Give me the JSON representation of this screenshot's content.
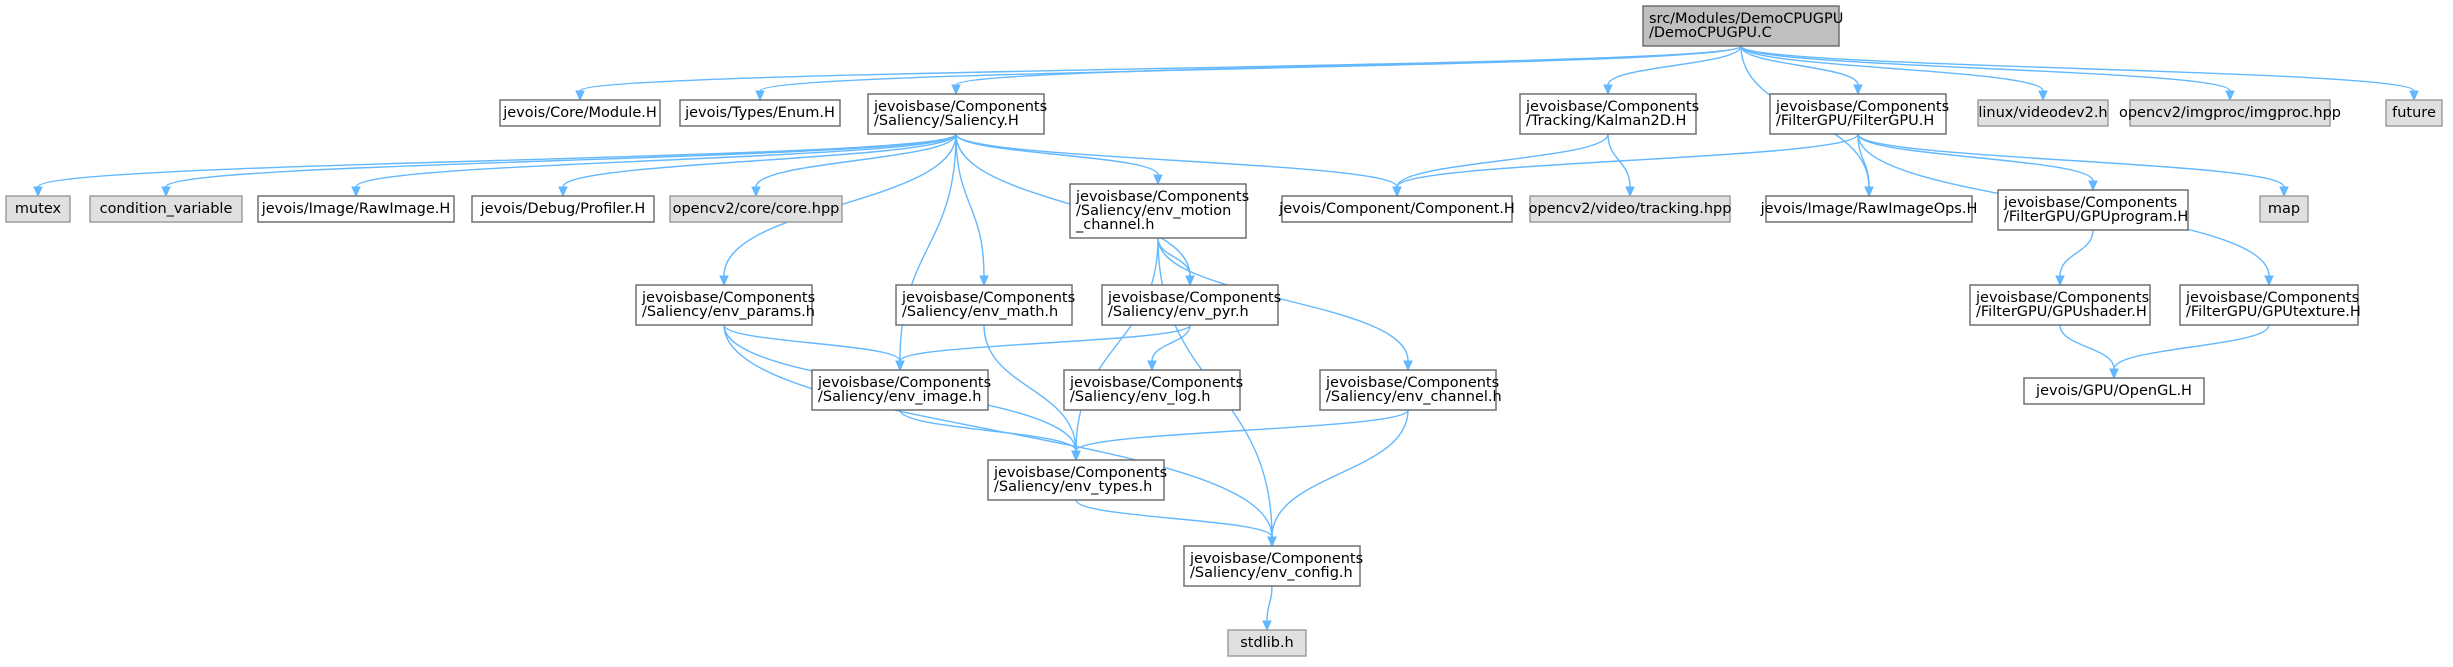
{
  "colors": {
    "edge": "#63b8ff",
    "border": "#666666",
    "local_fill": "#ffffff",
    "system_fill": "#e0e0e0",
    "root_fill": "#bfbfbf"
  },
  "nodes": [
    {
      "id": "root",
      "kind": "root",
      "lines": [
        "src/Modules/DemoCPUGPU",
        "/DemoCPUGPU.C"
      ]
    },
    {
      "id": "core_module",
      "kind": "local",
      "lines": [
        "jevois/Core/Module.H"
      ]
    },
    {
      "id": "types_enum",
      "kind": "local",
      "lines": [
        "jevois/Types/Enum.H"
      ]
    },
    {
      "id": "saliency",
      "kind": "local",
      "lines": [
        "jevoisbase/Components",
        "/Saliency/Saliency.H"
      ]
    },
    {
      "id": "kalman",
      "kind": "local",
      "lines": [
        "jevoisbase/Components",
        "/Tracking/Kalman2D.H"
      ]
    },
    {
      "id": "filtergpu",
      "kind": "local",
      "lines": [
        "jevoisbase/Components",
        "/FilterGPU/FilterGPU.H"
      ]
    },
    {
      "id": "videodev2",
      "kind": "system",
      "lines": [
        "linux/videodev2.h"
      ]
    },
    {
      "id": "imgproc",
      "kind": "system",
      "lines": [
        "opencv2/imgproc/imgproc.hpp"
      ]
    },
    {
      "id": "future",
      "kind": "system",
      "lines": [
        "future"
      ]
    },
    {
      "id": "mutex",
      "kind": "system",
      "lines": [
        "mutex"
      ]
    },
    {
      "id": "condvar",
      "kind": "system",
      "lines": [
        "condition_variable"
      ]
    },
    {
      "id": "rawimage",
      "kind": "local",
      "lines": [
        "jevois/Image/RawImage.H"
      ]
    },
    {
      "id": "profiler",
      "kind": "local",
      "lines": [
        "jevois/Debug/Profiler.H"
      ]
    },
    {
      "id": "corehpp",
      "kind": "system",
      "lines": [
        "opencv2/core/core.hpp"
      ]
    },
    {
      "id": "envmotion",
      "kind": "local",
      "lines": [
        "jevoisbase/Components",
        "/Saliency/env_motion",
        "_channel.h"
      ]
    },
    {
      "id": "component",
      "kind": "local",
      "lines": [
        "jevois/Component/Component.H"
      ]
    },
    {
      "id": "tracking",
      "kind": "system",
      "lines": [
        "opencv2/video/tracking.hpp"
      ]
    },
    {
      "id": "rawimageops",
      "kind": "local",
      "lines": [
        "jevois/Image/RawImageOps.H"
      ]
    },
    {
      "id": "gpuprogram",
      "kind": "local",
      "lines": [
        "jevoisbase/Components",
        "/FilterGPU/GPUprogram.H"
      ]
    },
    {
      "id": "map",
      "kind": "system",
      "lines": [
        "map"
      ]
    },
    {
      "id": "envparams",
      "kind": "local",
      "lines": [
        "jevoisbase/Components",
        "/Saliency/env_params.h"
      ]
    },
    {
      "id": "envmath",
      "kind": "local",
      "lines": [
        "jevoisbase/Components",
        "/Saliency/env_math.h"
      ]
    },
    {
      "id": "envpyr",
      "kind": "local",
      "lines": [
        "jevoisbase/Components",
        "/Saliency/env_pyr.h"
      ]
    },
    {
      "id": "gpushader",
      "kind": "local",
      "lines": [
        "jevoisbase/Components",
        "/FilterGPU/GPUshader.H"
      ]
    },
    {
      "id": "gputexture",
      "kind": "local",
      "lines": [
        "jevoisbase/Components",
        "/FilterGPU/GPUtexture.H"
      ]
    },
    {
      "id": "envimage",
      "kind": "local",
      "lines": [
        "jevoisbase/Components",
        "/Saliency/env_image.h"
      ]
    },
    {
      "id": "envlog",
      "kind": "local",
      "lines": [
        "jevoisbase/Components",
        "/Saliency/env_log.h"
      ]
    },
    {
      "id": "envchannel",
      "kind": "local",
      "lines": [
        "jevoisbase/Components",
        "/Saliency/env_channel.h"
      ]
    },
    {
      "id": "opengl",
      "kind": "local",
      "lines": [
        "jevois/GPU/OpenGL.H"
      ]
    },
    {
      "id": "envtypes",
      "kind": "local",
      "lines": [
        "jevoisbase/Components",
        "/Saliency/env_types.h"
      ]
    },
    {
      "id": "envconfig",
      "kind": "local",
      "lines": [
        "jevoisbase/Components",
        "/Saliency/env_config.h"
      ]
    },
    {
      "id": "stdlib",
      "kind": "system",
      "lines": [
        "stdlib.h"
      ]
    }
  ],
  "edges": [
    [
      "root",
      "core_module"
    ],
    [
      "root",
      "types_enum"
    ],
    [
      "root",
      "saliency"
    ],
    [
      "root",
      "kalman"
    ],
    [
      "root",
      "filtergpu"
    ],
    [
      "root",
      "videodev2"
    ],
    [
      "root",
      "imgproc"
    ],
    [
      "root",
      "future"
    ],
    [
      "root",
      "rawimageops"
    ],
    [
      "saliency",
      "mutex"
    ],
    [
      "saliency",
      "condvar"
    ],
    [
      "saliency",
      "rawimage"
    ],
    [
      "saliency",
      "profiler"
    ],
    [
      "saliency",
      "corehpp"
    ],
    [
      "saliency",
      "envmotion"
    ],
    [
      "saliency",
      "component"
    ],
    [
      "saliency",
      "envparams"
    ],
    [
      "saliency",
      "envmath"
    ],
    [
      "saliency",
      "envpyr"
    ],
    [
      "saliency",
      "envimage"
    ],
    [
      "kalman",
      "component"
    ],
    [
      "kalman",
      "tracking"
    ],
    [
      "filtergpu",
      "component"
    ],
    [
      "filtergpu",
      "rawimageops"
    ],
    [
      "filtergpu",
      "gpuprogram"
    ],
    [
      "filtergpu",
      "map"
    ],
    [
      "filtergpu",
      "gputexture"
    ],
    [
      "envmotion",
      "envpyr"
    ],
    [
      "envmotion",
      "envchannel"
    ],
    [
      "envmotion",
      "envtypes"
    ],
    [
      "envmotion",
      "envconfig"
    ],
    [
      "gpuprogram",
      "gpushader"
    ],
    [
      "gpushader",
      "opengl"
    ],
    [
      "gputexture",
      "opengl"
    ],
    [
      "envparams",
      "envimage"
    ],
    [
      "envparams",
      "envtypes"
    ],
    [
      "envparams",
      "envconfig"
    ],
    [
      "envmath",
      "envtypes"
    ],
    [
      "envpyr",
      "envimage"
    ],
    [
      "envpyr",
      "envlog"
    ],
    [
      "envimage",
      "envtypes"
    ],
    [
      "envchannel",
      "envtypes"
    ],
    [
      "envchannel",
      "envconfig"
    ],
    [
      "envtypes",
      "envconfig"
    ],
    [
      "envconfig",
      "stdlib"
    ]
  ]
}
